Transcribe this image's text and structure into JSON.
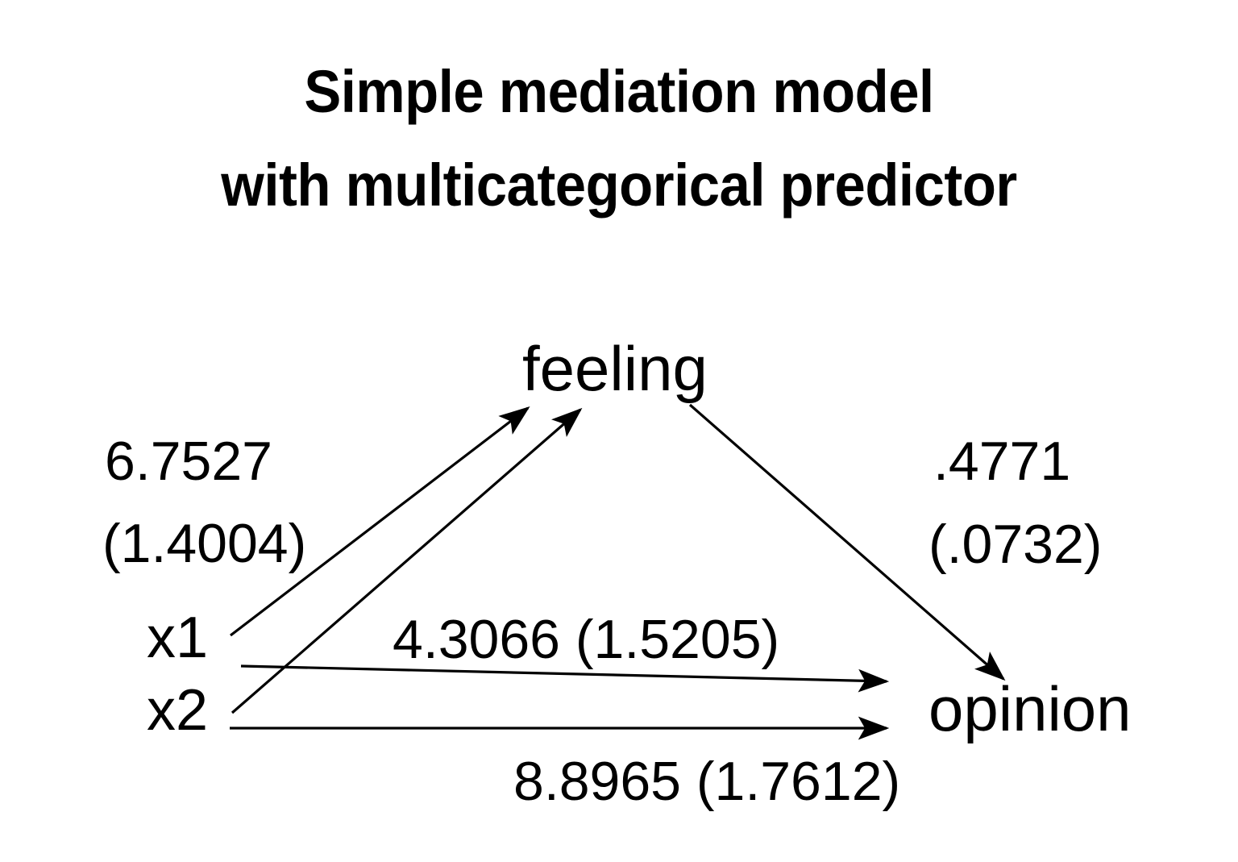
{
  "title": {
    "line1": "Simple mediation model",
    "line2": "with multicategorical predictor"
  },
  "colors": {
    "background": "#ffffff",
    "text": "#000000",
    "path": "#000000"
  },
  "nodes": {
    "mediator": "feeling",
    "outcome": "opinion",
    "predictor1": "x1",
    "predictor2": "x2"
  },
  "coefficients": {
    "a_path_estimate": "6.7527",
    "a_path_se": "(1.4004)",
    "b_path_estimate": ".4771",
    "b_path_se": "(.0732)",
    "c1_direct": "4.3066 (1.5205)",
    "c2_direct": "8.8965 (1.7612)"
  },
  "chart_data": {
    "type": "diagram",
    "title": "Simple mediation model with multicategorical predictor",
    "nodes": [
      {
        "id": "x1",
        "label": "x1",
        "role": "predictor"
      },
      {
        "id": "x2",
        "label": "x2",
        "role": "predictor"
      },
      {
        "id": "feeling",
        "label": "feeling",
        "role": "mediator"
      },
      {
        "id": "opinion",
        "label": "opinion",
        "role": "outcome"
      }
    ],
    "edges": [
      {
        "from": "x1",
        "to": "feeling",
        "estimate": 6.7527,
        "se": 1.4004,
        "label": "6.7527 (1.4004)"
      },
      {
        "from": "x2",
        "to": "feeling",
        "estimate": 6.7527,
        "se": 1.4004,
        "label": "6.7527 (1.4004)"
      },
      {
        "from": "feeling",
        "to": "opinion",
        "estimate": 0.4771,
        "se": 0.0732,
        "label": ".4771 (.0732)"
      },
      {
        "from": "x1",
        "to": "opinion",
        "estimate": 4.3066,
        "se": 1.5205,
        "label": "4.3066 (1.5205)"
      },
      {
        "from": "x2",
        "to": "opinion",
        "estimate": 8.8965,
        "se": 1.7612,
        "label": "8.8965 (1.7612)"
      }
    ]
  }
}
